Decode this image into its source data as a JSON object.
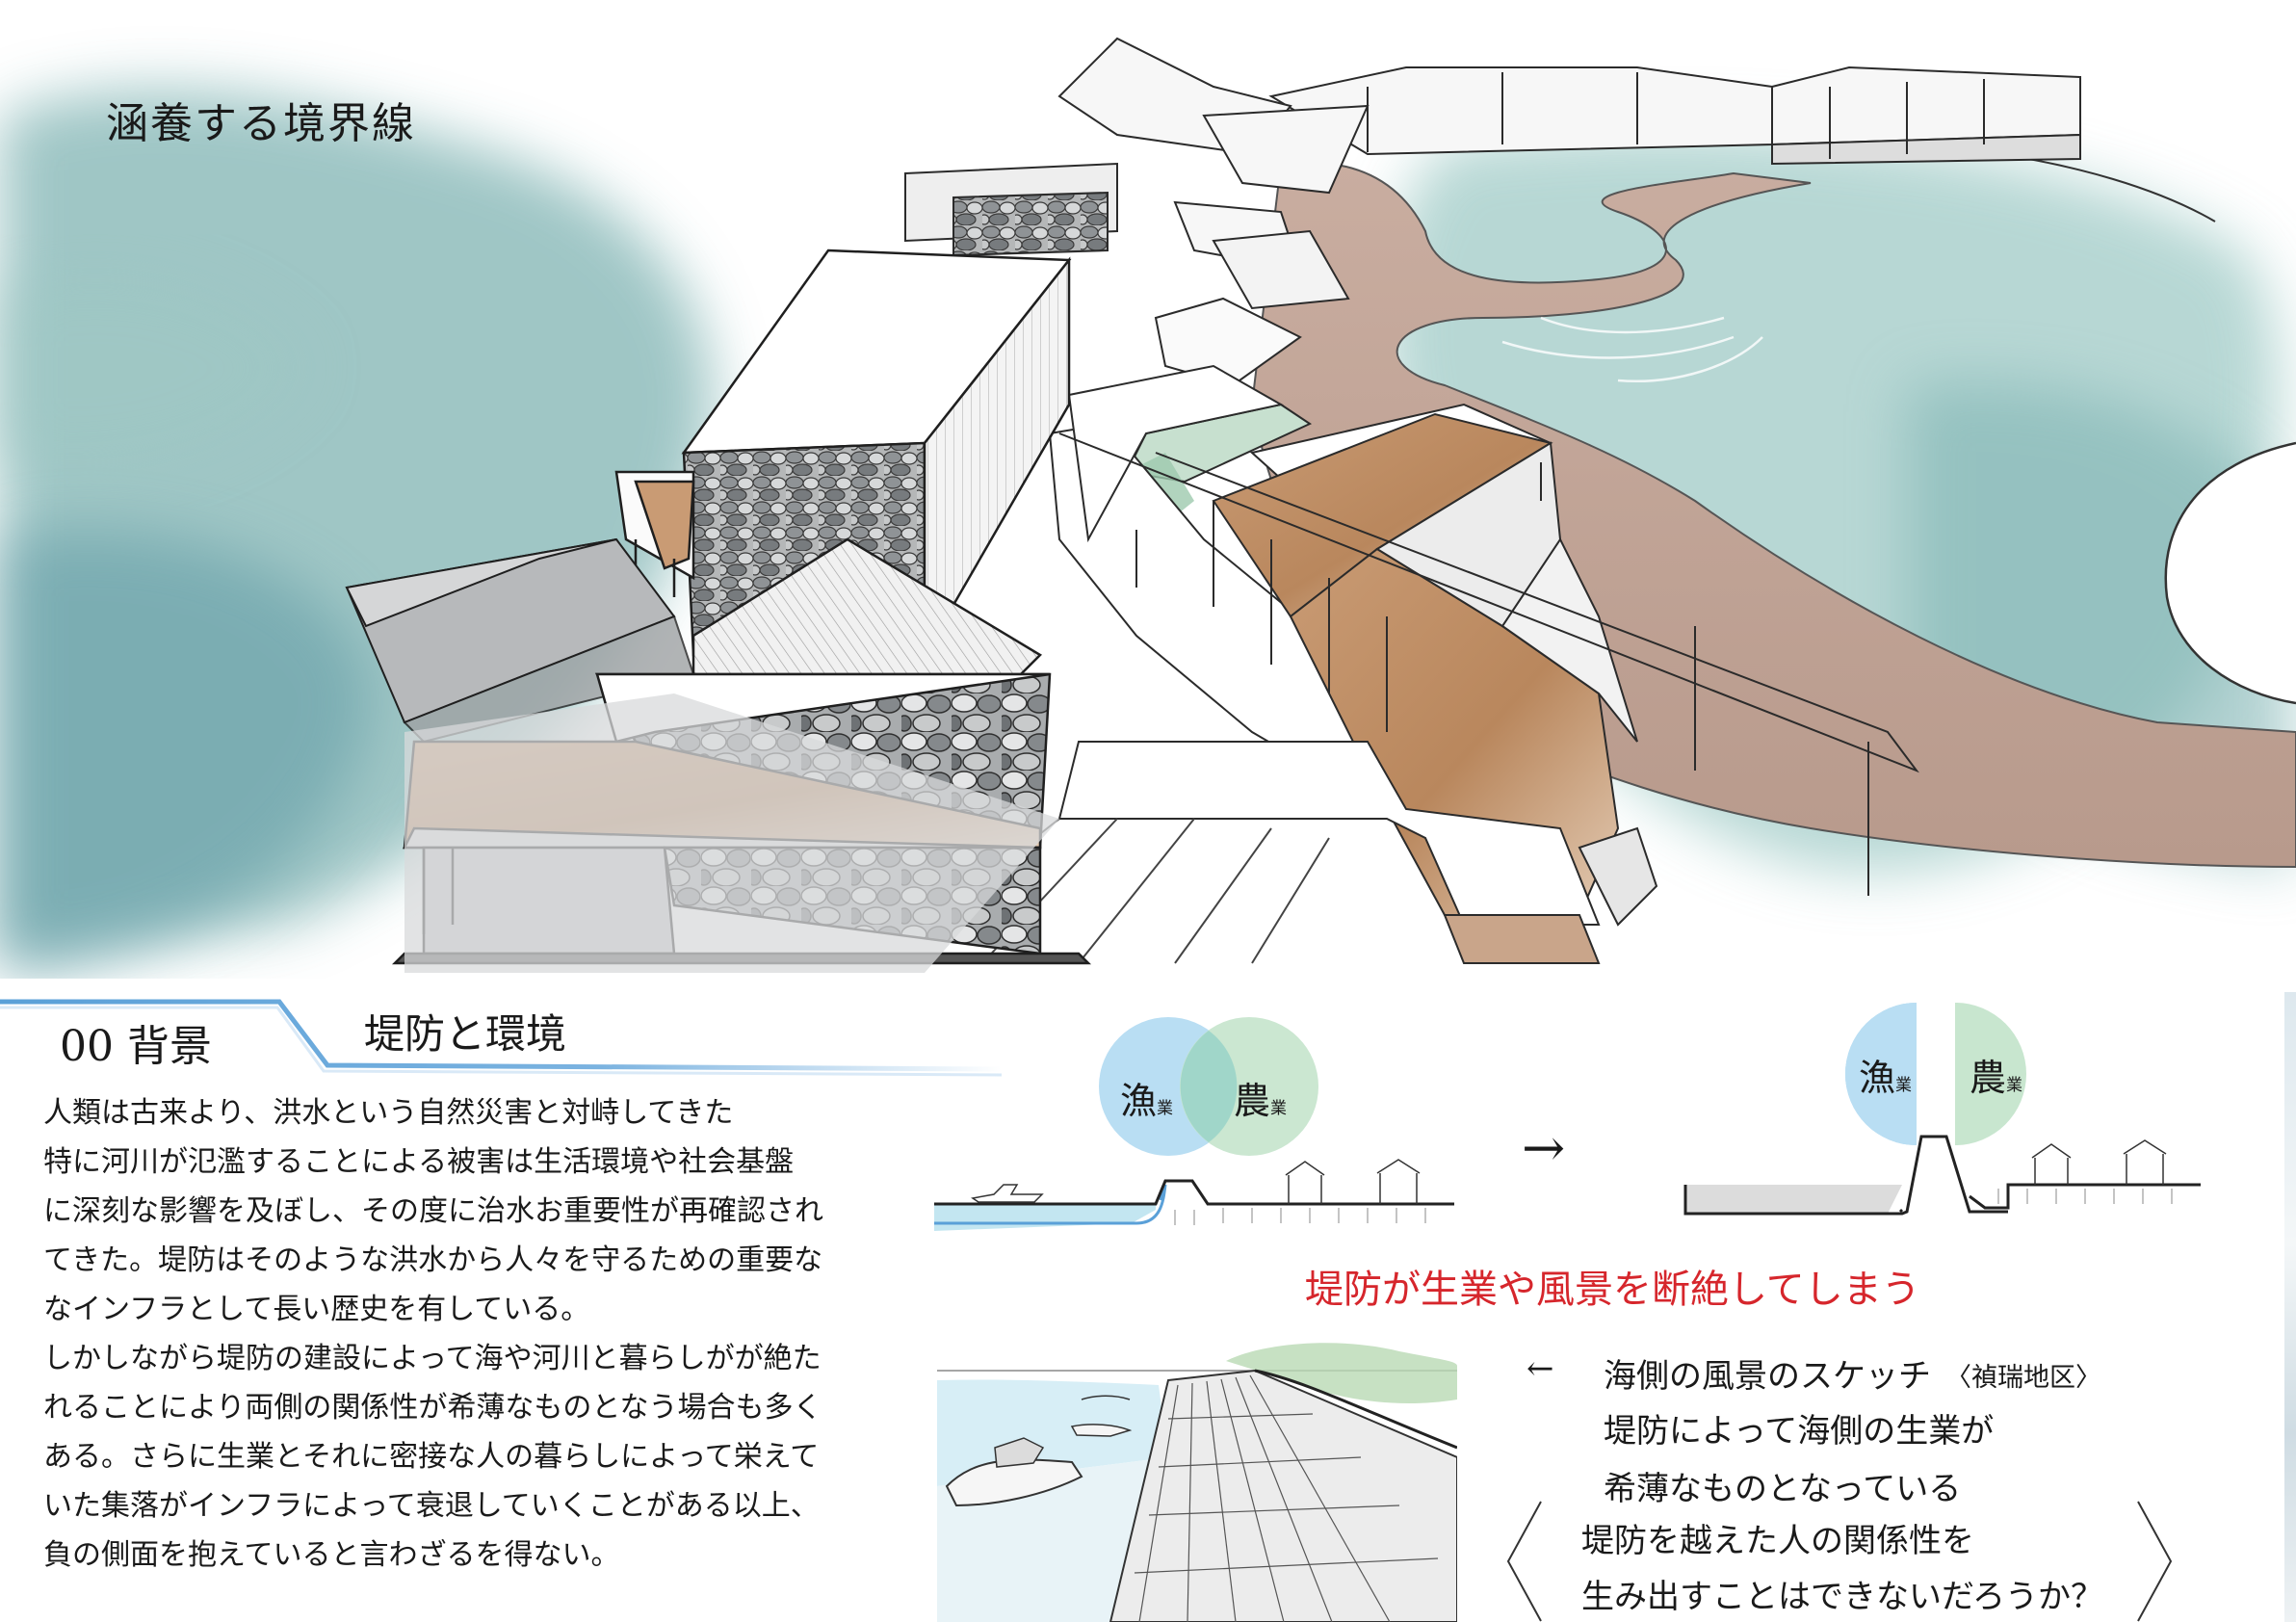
{
  "main_title": "涵養する境界線",
  "section": {
    "number": "00 背景",
    "subtitle": "堤防と環境"
  },
  "body_lines": [
    "人類は古来より、洪水という自然災害と対峙してきた",
    "特に河川が氾濫することによる被害は生活環境や社会基盤",
    "に深刻な影響を及ぼし、その度に治水お重要性が再確認され",
    "てきた。堤防はそのような洪水から人々を守るための重要な",
    "なインフラとして長い歴史を有している。",
    "しかしながら堤防の建設によって海や河川と暮らしがが絶た",
    "れることにより両側の関係性が希薄なものとなう場合も多く",
    "ある。さらに生業とそれに密接な人の暮らしによって栄えて",
    "いた集落がインフラによって衰退していくことがある以上、",
    "負の側面を抱えていると言わざるを得ない。"
  ],
  "diagram": {
    "fishing_char": "漁",
    "farming_char": "農",
    "industry_char": "業",
    "arrow": "→",
    "warning": "堤防が生業や風景を断絶してしまう",
    "colors": {
      "fishing": "#b9def3",
      "farming": "#c8e6cf",
      "overlap": "#a0d6c9",
      "sea": "#c3e6f1",
      "warning": "#d6262c"
    }
  },
  "sketch_note": {
    "arrow": "←",
    "line1": "海側の風景のスケッチ",
    "place": "〈禎瑞地区〉",
    "line2": "堤防によって海側の生業が",
    "line3": "希薄なものとなっている"
  },
  "question": {
    "line1": "堤防を越えた人の関係性を",
    "line2": "生み出すことはできないだろうか？",
    "bracket_left": "〈",
    "bracket_right": "〉"
  }
}
